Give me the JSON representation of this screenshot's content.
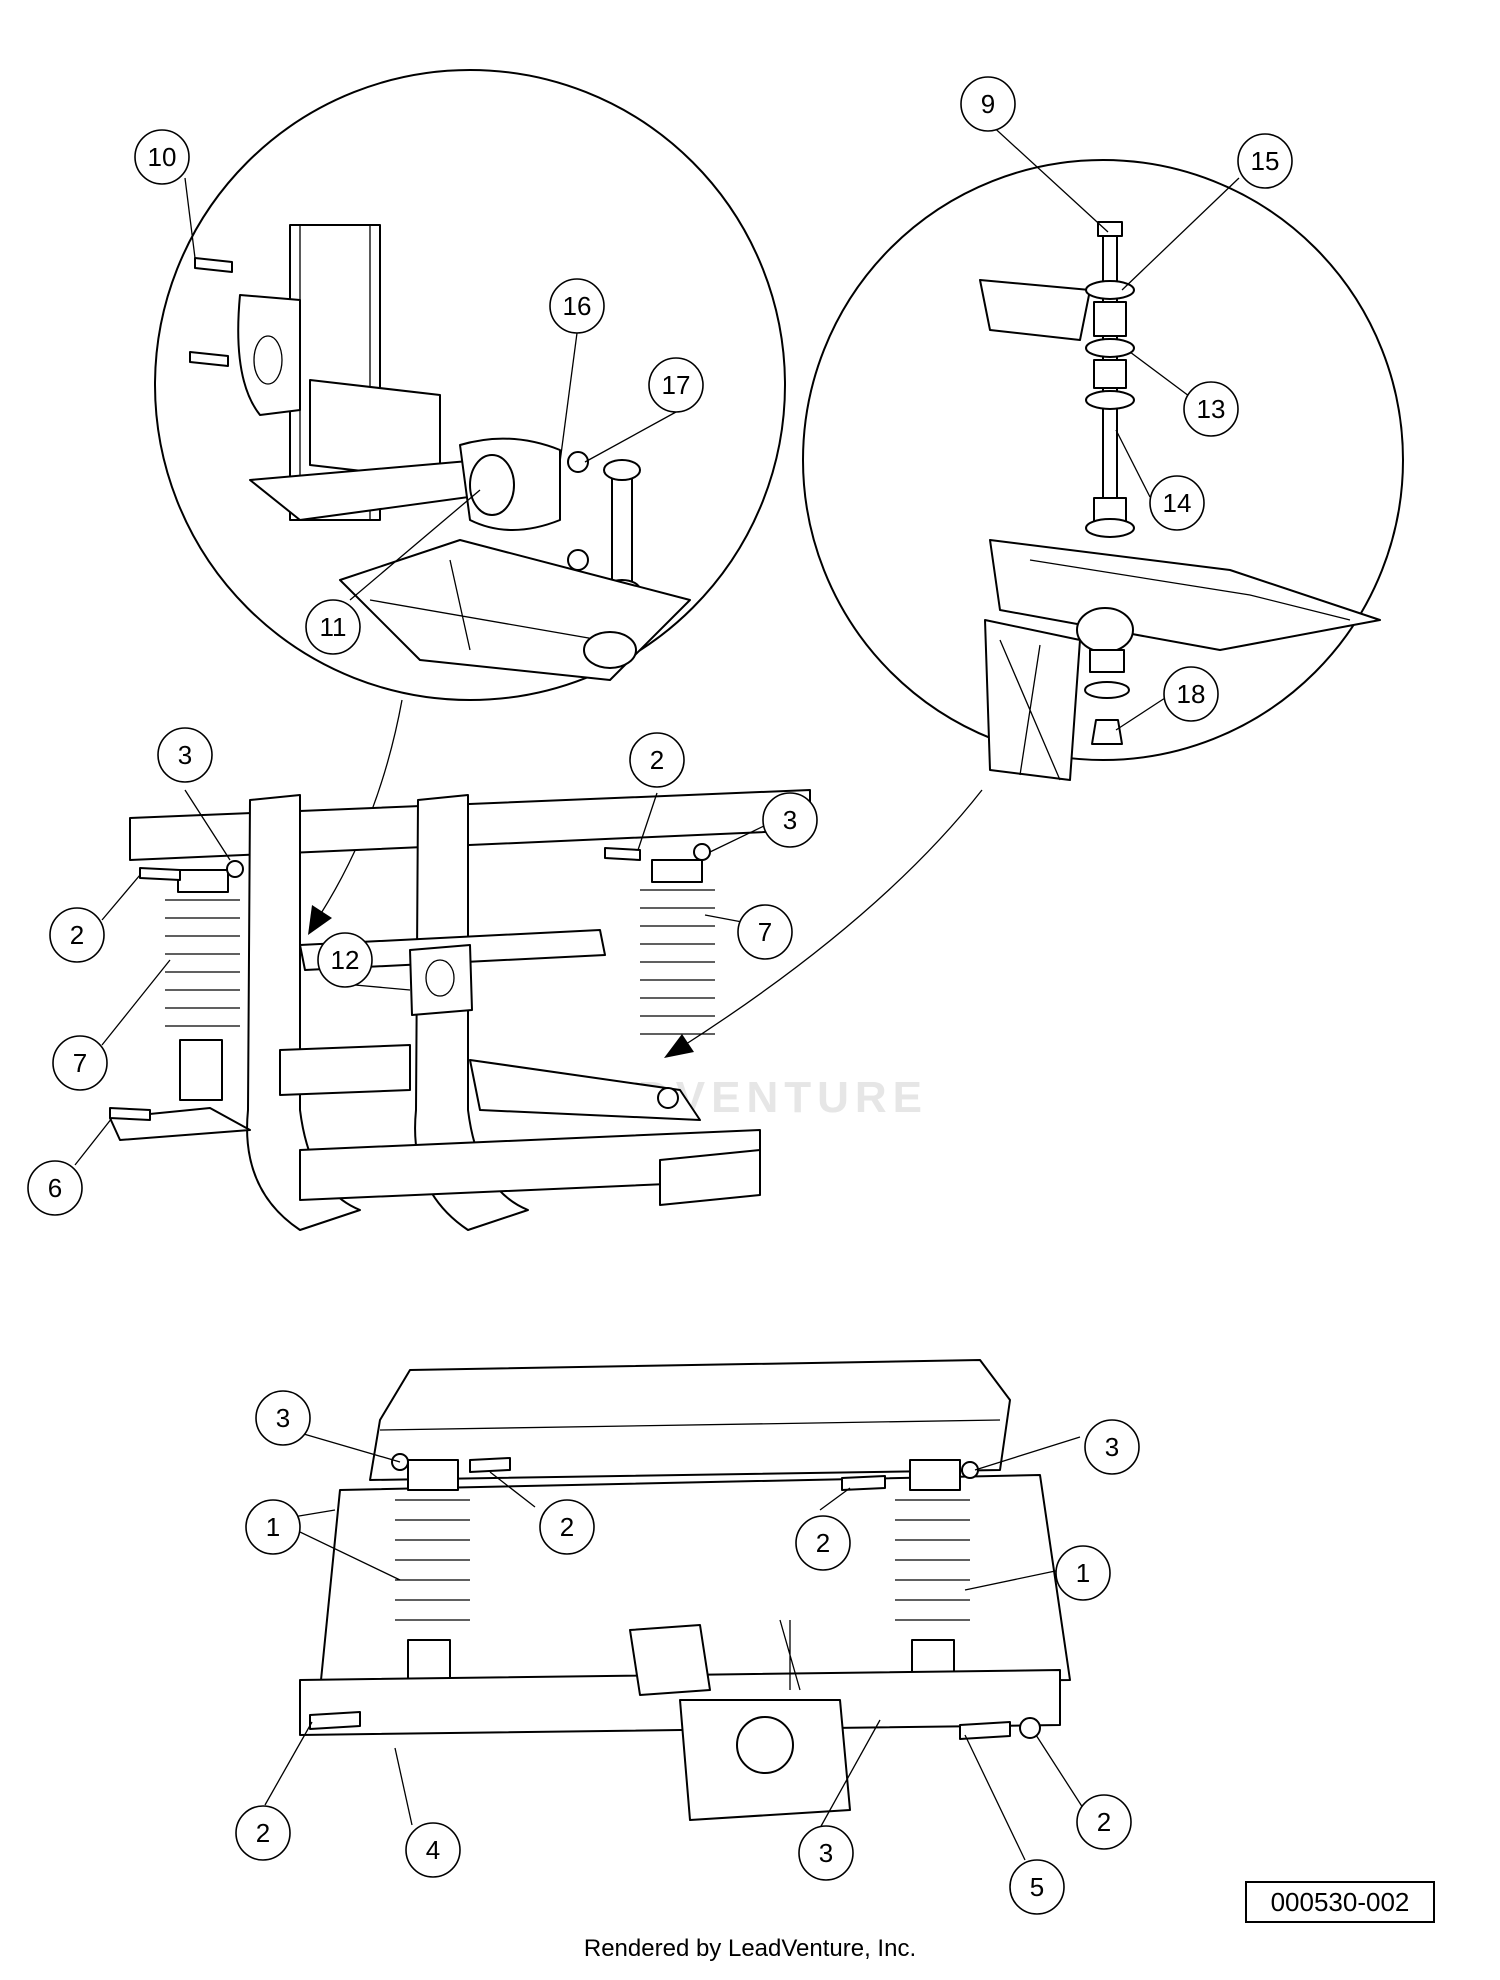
{
  "diagram_ref": "000530-002",
  "footer_text": "Rendered by LeadVenture, Inc.",
  "watermark_text": "LEADVENTURE",
  "callouts": [
    {
      "id": "c10",
      "label": "10"
    },
    {
      "id": "c16",
      "label": "16"
    },
    {
      "id": "c17",
      "label": "17"
    },
    {
      "id": "c11",
      "label": "11"
    },
    {
      "id": "c9",
      "label": "9"
    },
    {
      "id": "c15",
      "label": "15"
    },
    {
      "id": "c13",
      "label": "13"
    },
    {
      "id": "c14",
      "label": "14"
    },
    {
      "id": "c18",
      "label": "18"
    },
    {
      "id": "c3a",
      "label": "3"
    },
    {
      "id": "c2a",
      "label": "2"
    },
    {
      "id": "c2b",
      "label": "2"
    },
    {
      "id": "c3b",
      "label": "3"
    },
    {
      "id": "c7a",
      "label": "7"
    },
    {
      "id": "c12",
      "label": "12"
    },
    {
      "id": "c7b",
      "label": "7"
    },
    {
      "id": "c6",
      "label": "6"
    },
    {
      "id": "c3c",
      "label": "3"
    },
    {
      "id": "c2c",
      "label": "2"
    },
    {
      "id": "c3d",
      "label": "3"
    },
    {
      "id": "c2d",
      "label": "2"
    },
    {
      "id": "c1a",
      "label": "1"
    },
    {
      "id": "c1b",
      "label": "1"
    },
    {
      "id": "c2e",
      "label": "2"
    },
    {
      "id": "c4",
      "label": "4"
    },
    {
      "id": "c3e",
      "label": "3"
    },
    {
      "id": "c5",
      "label": "5"
    },
    {
      "id": "c2f",
      "label": "2"
    }
  ]
}
